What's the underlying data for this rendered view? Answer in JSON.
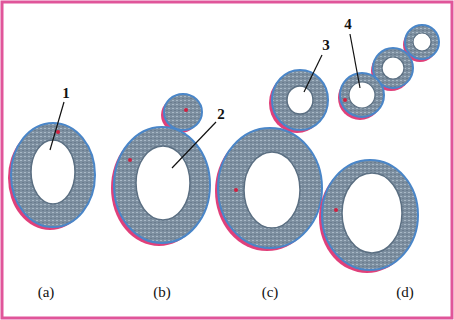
{
  "diagram": {
    "labels": [
      "1",
      "2",
      "3",
      "4",
      "(a)",
      "(b)",
      "(c)",
      "(d)"
    ]
  }
}
